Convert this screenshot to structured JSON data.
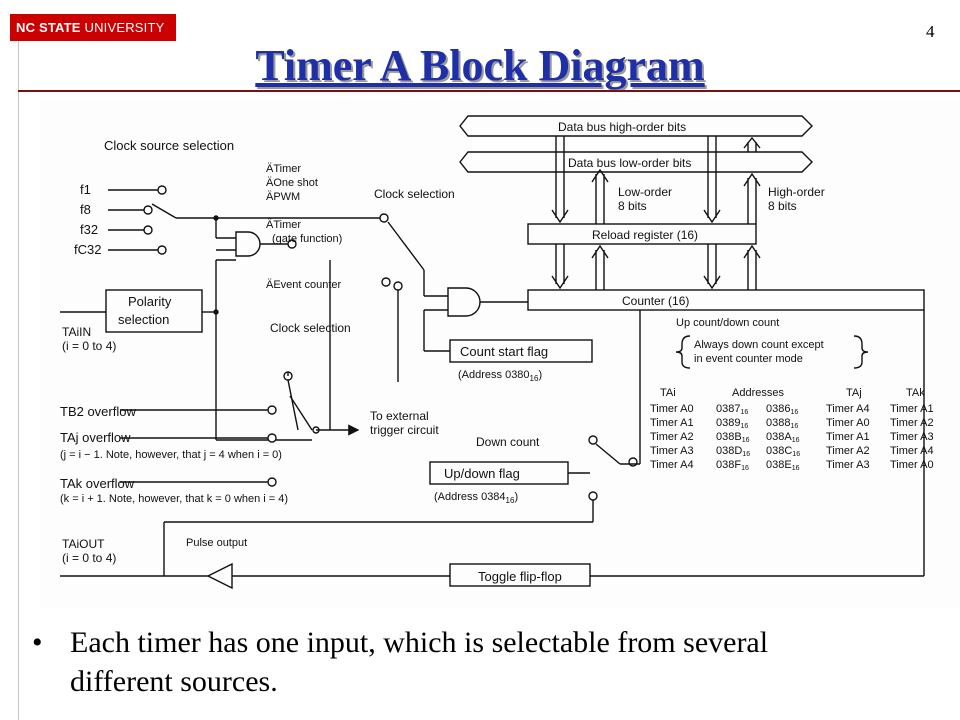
{
  "header": {
    "logo_bold": "NC STATE",
    "logo_light": "UNIVERSITY",
    "page_number": "4",
    "title": "Timer A Block Diagram"
  },
  "diagram": {
    "clock_source_label": "Clock source selection",
    "clock_sources": [
      "f1",
      "f8",
      "f32",
      "fC32"
    ],
    "mode_labels": {
      "timer": "ÄTimer",
      "one_shot": "ÄOne shot",
      "pwm": "ÄPWM",
      "timer_gate": "ÄTimer",
      "gate_function": "(gate function)",
      "event_counter": "ÄEvent counter"
    },
    "clock_selection_1": "Clock selection",
    "clock_selection_2": "Clock selection",
    "polarity": [
      "Polarity",
      "selection"
    ],
    "tai_in": "TAiIN",
    "tai_in_range": "(i = 0 to 4)",
    "tb2_overflow": "TB2 overflow",
    "taj_overflow": "TAj overflow",
    "taj_note": "(j = i − 1. Note, however, that j = 4 when i = 0)",
    "tak_overflow": "TAk overflow",
    "tak_note": "(k = i + 1. Note, however, that k = 0 when i = 4)",
    "external_trigger": [
      "To external",
      "trigger circuit"
    ],
    "data_bus_high": "Data bus high-order bits",
    "data_bus_low": "Data bus low-order bits",
    "low_order": [
      "Low-order",
      "8 bits"
    ],
    "high_order": [
      "High-order",
      "8 bits"
    ],
    "reload_register": "Reload register (16)",
    "counter": "Counter (16)",
    "count_start_flag": "Count start flag",
    "count_start_addr": "(Address 0380",
    "up_down_count": "Up count/down count",
    "always_down": [
      "Always down count except",
      "in event counter mode"
    ],
    "down_count": "Down count",
    "up_down_flag": "Up/down flag",
    "up_down_addr": "(Address 0384",
    "tai_out": "TAiOUT",
    "tai_out_range": "(i = 0 to 4)",
    "pulse_output": "Pulse output",
    "toggle_flip_flop": "Toggle flip-flop",
    "addr_sub": "16",
    "table": {
      "headers": [
        "TAi",
        "Addresses",
        "TAj",
        "TAk"
      ],
      "rows": [
        [
          "Timer A0",
          "0387",
          "0386",
          "Timer A4",
          "Timer A1"
        ],
        [
          "Timer A1",
          "0389",
          "0388",
          "Timer A0",
          "Timer A2"
        ],
        [
          "Timer A2",
          "038B",
          "038A",
          "Timer A1",
          "Timer A3"
        ],
        [
          "Timer A3",
          "038D",
          "038C",
          "Timer A2",
          "Timer A4"
        ],
        [
          "Timer A4",
          "038F",
          "038E",
          "Timer A3",
          "Timer A0"
        ]
      ]
    }
  },
  "bullet": {
    "dot": "•",
    "text": "Each timer has one input, which is selectable from several different sources."
  }
}
